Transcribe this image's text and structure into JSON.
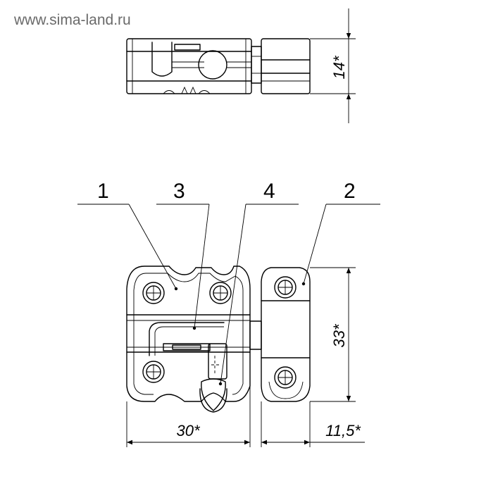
{
  "watermark": "www.sima-land.ru",
  "callouts": {
    "c1": "1",
    "c2": "2",
    "c3": "3",
    "c4": "4"
  },
  "dimensions": {
    "height_top": "14*",
    "height_front": "33*",
    "width_main": "30*",
    "width_side": "11,5*"
  }
}
